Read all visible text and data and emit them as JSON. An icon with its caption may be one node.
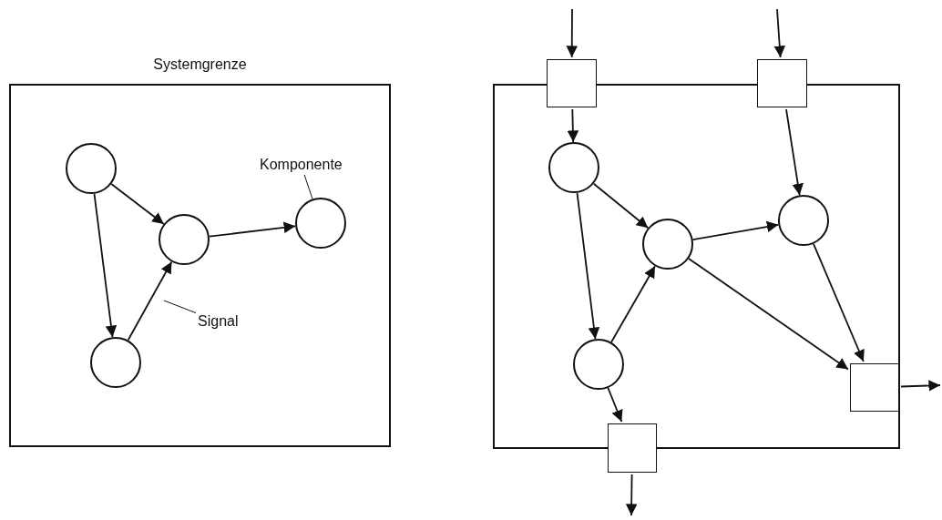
{
  "diagram": {
    "nodes": [
      {
        "text": [
          "Systemgrenze"
        ]
      },
      {
        "text": [],
        "shape": "circle",
        "in": 0
      },
      {
        "text": [],
        "shape": "circle",
        "in": 0
      },
      {
        "text": [],
        "shape": "circle",
        "in": 0
      },
      {
        "text": [],
        "shape": "circle",
        "in": 0
      },
      {
        "text": [
          "Komponente"
        ],
        "in": 0
      },
      {
        "text": [
          "Signal"
        ],
        "in": 0
      },
      {
        "text": [],
        "shape": "box"
      },
      {
        "text": [],
        "shape": "box"
      },
      {
        "text": [],
        "shape": "box"
      },
      {
        "text": [],
        "shape": "circle",
        "in": 7
      },
      {
        "text": [],
        "shape": "circle",
        "in": 7
      },
      {
        "text": [],
        "shape": "circle",
        "in": 7
      },
      {
        "text": [],
        "shape": "circle",
        "in": 7
      },
      {
        "text": [],
        "shape": "box",
        "in": 7
      },
      {
        "text": [],
        "shape": "box"
      }
    ],
    "edges": [
      {
        "from": 1,
        "to": 2,
        "arrow": "to"
      },
      {
        "from": 1,
        "to": 4,
        "arrow": "to"
      },
      {
        "from": 4,
        "to": 2,
        "arrow": "to"
      },
      {
        "from": 2,
        "to": 3,
        "arrow": "to"
      },
      {
        "from": 5,
        "to": 3,
        "arrow": "none"
      },
      {
        "from": 6,
        "to": null,
        "arrow": "none"
      },
      {
        "from": null,
        "to": 8,
        "arrow": "to"
      },
      {
        "from": null,
        "to": 9,
        "arrow": "to"
      },
      {
        "from": 8,
        "to": 10,
        "arrow": "to"
      },
      {
        "from": 9,
        "to": 12,
        "arrow": "to"
      },
      {
        "from": 10,
        "to": 11,
        "arrow": "to"
      },
      {
        "from": 10,
        "to": 13,
        "arrow": "to"
      },
      {
        "from": 13,
        "to": 11,
        "arrow": "to"
      },
      {
        "from": 11,
        "to": 12,
        "arrow": "to"
      },
      {
        "from": 11,
        "to": 14,
        "arrow": "to"
      },
      {
        "from": 12,
        "to": 14,
        "arrow": "to"
      },
      {
        "from": 13,
        "to": 15,
        "arrow": "to"
      },
      {
        "from": 14,
        "to": null,
        "arrow": "to"
      },
      {
        "from": 15,
        "to": null,
        "arrow": "to"
      }
    ]
  }
}
